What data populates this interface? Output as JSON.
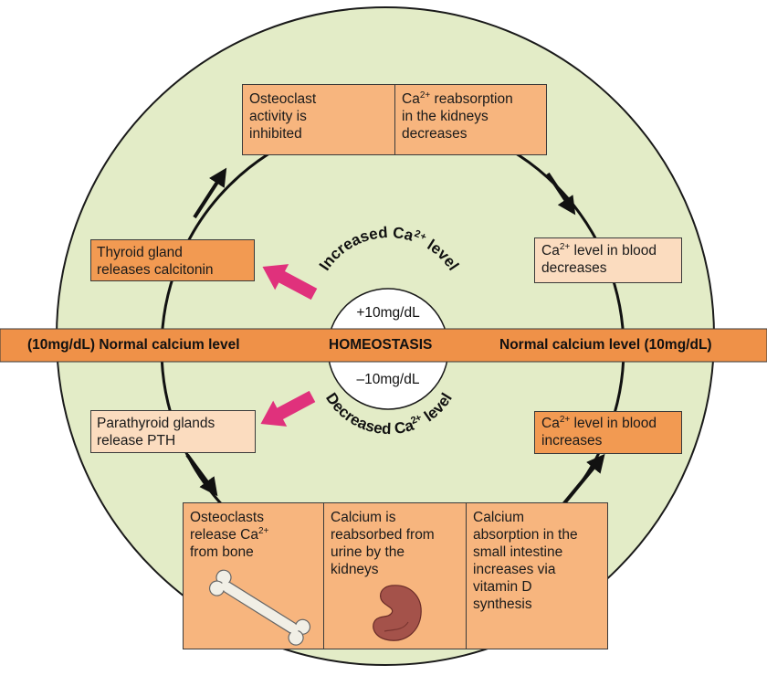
{
  "center": {
    "increased_label": "Increased Ca2+ level",
    "increased_value": "+10mg/dL",
    "decreased_label": "Decreased Ca2+ level",
    "decreased_value": "–10mg/dL"
  },
  "band": {
    "left": "(10mg/dL) Normal calcium level",
    "center": "HOMEOSTASIS",
    "right": "Normal calcium level (10mg/dL)"
  },
  "boxes": {
    "osteoclast_inhibited": "Osteoclast\nactivity is\ninhibited",
    "reabsorption_decreases": "reabsorption\nin the kidneys\ndecreases",
    "thyroid": "Thyroid gland\nreleases calcitonin",
    "blood_decreases": "level in blood\ndecreases",
    "parathyroid": "Parathyroid glands\nrelease PTH",
    "blood_increases": "level in blood\nincreases",
    "osteoclasts_release_a": "Osteoclasts\nrelease Ca",
    "osteoclasts_release_b": "from bone",
    "calcium_reabsorbed": "Calcium is\nreabsorbed from\nurine by the\nkidneys",
    "calcium_absorption": "Calcium\nabsorption in the\nsmall intestine\nincreases via\nvitamin D\nsynthesis"
  },
  "ca": {
    "symbol": "Ca",
    "charge": "2+"
  },
  "colors": {
    "circle_fill": "#e3ecc7",
    "band": "#ef9148",
    "box_light": "#fbdcbf",
    "box_mid": "#f7b57e",
    "box_dark": "#f29a52",
    "magenta_arrow": "#e0317c"
  },
  "icons": [
    "bone-icon",
    "kidney-icon"
  ]
}
